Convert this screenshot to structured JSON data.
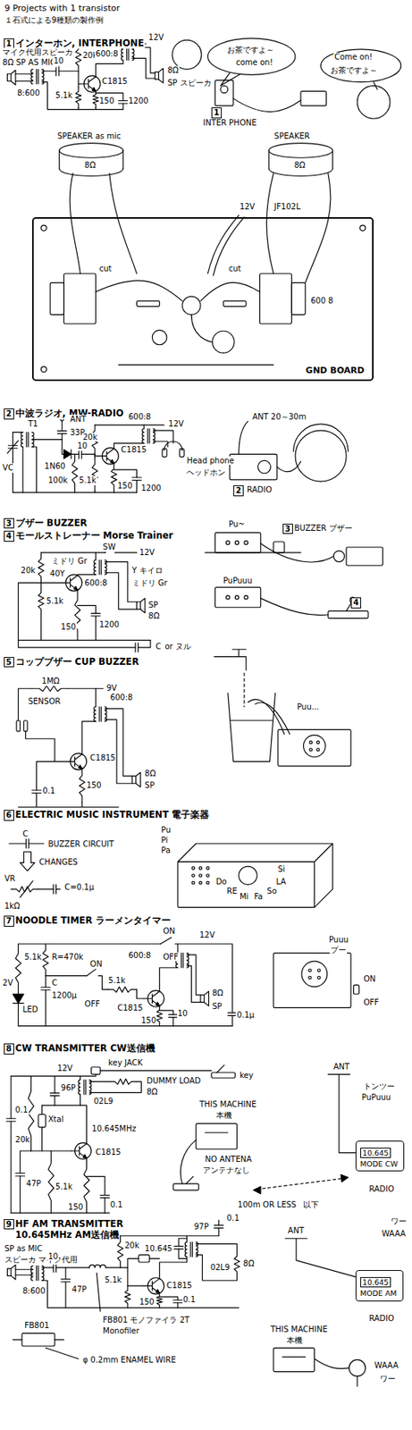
{
  "diagram": {
    "title": "9 Projects with 1 transistor",
    "nodes": [
      {
        "text": [
          "GND BOARD"
        ]
      },
      {
        "text": [
          "10.645",
          "MODE CW"
        ]
      },
      {
        "text": [
          "10.645",
          "MODE AM"
        ]
      }
    ],
    "labels": [
      "１石式による9種類の製作例",
      "1",
      "インターホン, INTERPHONE",
      "マイク代用スピーカ",
      "8Ω SP AS MIC",
      "8:600",
      "10",
      "20k",
      "12V",
      "600:8",
      "C1815",
      "5.1k",
      "150",
      "1200",
      "8Ω",
      "SP スピーカ",
      "お茶ですよ～",
      "come on!",
      "Come on!",
      "お茶ですよ～",
      "1",
      "INTER PHONE",
      "SPEAKER as mic",
      "8Ω",
      "SPEAKER",
      "8Ω",
      "12V",
      "JF102L",
      "cut",
      "cut",
      "600 8",
      "2",
      "中波ラジオ, MW-RADIO",
      "VC",
      "T1",
      "ANT",
      "33P",
      "20k",
      "12V",
      "600:8",
      "1N60",
      "10",
      "100k",
      "5.1k",
      "C1815",
      "150",
      "1200",
      "Head phone",
      "ヘッドホン",
      "ANT 20～30m",
      "2",
      "RADIO",
      "3",
      "ブザー BUZZER",
      "4",
      "モールストレーナー Morse Trainer",
      "ミドリ Gr",
      "SW",
      "12V",
      "Y キイロ",
      "40Y",
      "20k",
      "600:8",
      "ミドリ Gr",
      "5.1k",
      "150",
      "1200",
      "SP",
      "8Ω",
      "C",
      "or ヌル",
      "Pu~",
      "3",
      "BUZZER ブザー",
      "PuPuuu",
      "4",
      "5",
      "コップブザー CUP BUZZER",
      "1MΩ",
      "9V",
      "SENSOR",
      "600:8",
      "C1815",
      "150",
      "0.1",
      "8Ω",
      "SP",
      "Puu...",
      "6",
      "ELECTRIC MUSIC INSTRUMENT 電子楽器",
      "C",
      "BUZZER CIRCUIT",
      "CHANGES",
      "VR",
      "1kΩ",
      "C=0.1μ",
      "Pu",
      "Pi",
      "Pa",
      "Do",
      "RE",
      "Mi",
      "Fa",
      "So",
      "LA",
      "Si",
      "7",
      "NOODLE TIMER ラーメンタイマー",
      "5.1k",
      "ON",
      "12V",
      "OFF",
      "R=470k",
      "ON",
      "600:8",
      "2V",
      "5.1k",
      "C1815",
      "C",
      "1200μ",
      "OFF",
      "LED",
      "150",
      "10",
      "8Ω",
      "SP",
      "0.1μ",
      "Puuu",
      "プー",
      "ON",
      "OFF",
      "8",
      "CW TRANSMITTER CW送信機",
      "key JACK",
      "12V",
      "key",
      "96P",
      "02L9",
      "0.1",
      "DUMMY LOAD",
      "8Ω",
      "20k",
      "Xtal",
      "10.645MHz",
      "C1815",
      "47P",
      "5.1k",
      "150",
      "0.1",
      "ANT",
      "トンツー",
      "PuPuuu",
      "THIS MACHINE",
      "本機",
      "RADIO",
      "NO ANTENA",
      "アンテナなし",
      "100m OR LESS",
      "以下",
      "9",
      "HF AM TRANSMITTER",
      "10.645MHz AM送信機",
      "0.1",
      "SP as MIC",
      "スピーカ マイク代用",
      "20k",
      "10.645",
      "97P",
      "02L9",
      "8Ω",
      "10",
      "47P",
      "5.1k",
      "C1815",
      "8:600",
      "150",
      "0.1",
      "FB801 モノファイラ 2T",
      "Monofiler",
      "FB801",
      "φ 0.2mm ENAMEL WIRE",
      "ANT",
      "ワー",
      "WAAA",
      "RADIO",
      "THIS MACHINE",
      "本機",
      "WAAA",
      "ワー"
    ]
  }
}
